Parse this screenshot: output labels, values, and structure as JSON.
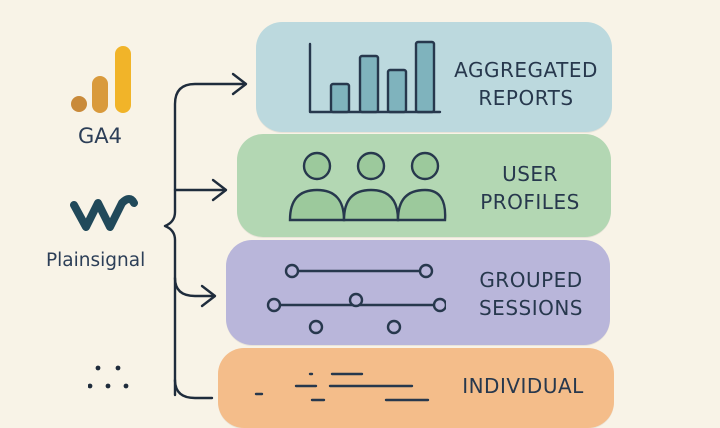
{
  "sources": {
    "ga4": {
      "label": "GA4",
      "icon": "ga4-bar-logo-icon",
      "colors": [
        "#c98a3a",
        "#d99a3c",
        "#f1b429"
      ]
    },
    "plainsignal": {
      "label": "Plainsignal",
      "icon": "plainsignal-wave-logo-icon",
      "color": "#21495a"
    },
    "third": {
      "icon": "dots-logo-icon"
    }
  },
  "tiers": [
    {
      "id": "aggregated",
      "line1": "AGGREGATED",
      "line2": "REPORTS",
      "icon": "bar-chart-icon",
      "color": "#bcd9de"
    },
    {
      "id": "user",
      "line1": "USER",
      "line2": "PROFILES",
      "icon": "user-group-icon",
      "color": "#b3d7b3"
    },
    {
      "id": "grouped",
      "line1": "GROUPED",
      "line2": "SESSIONS",
      "icon": "session-timeline-icon",
      "color": "#b9b6da"
    },
    {
      "id": "individual",
      "line1": "INDIVIDUAL",
      "line2": "",
      "icon": "event-dashes-icon",
      "color": "#f4bd8a"
    }
  ],
  "colors": {
    "ink": "#27384d",
    "background": "#f8f3e7"
  }
}
